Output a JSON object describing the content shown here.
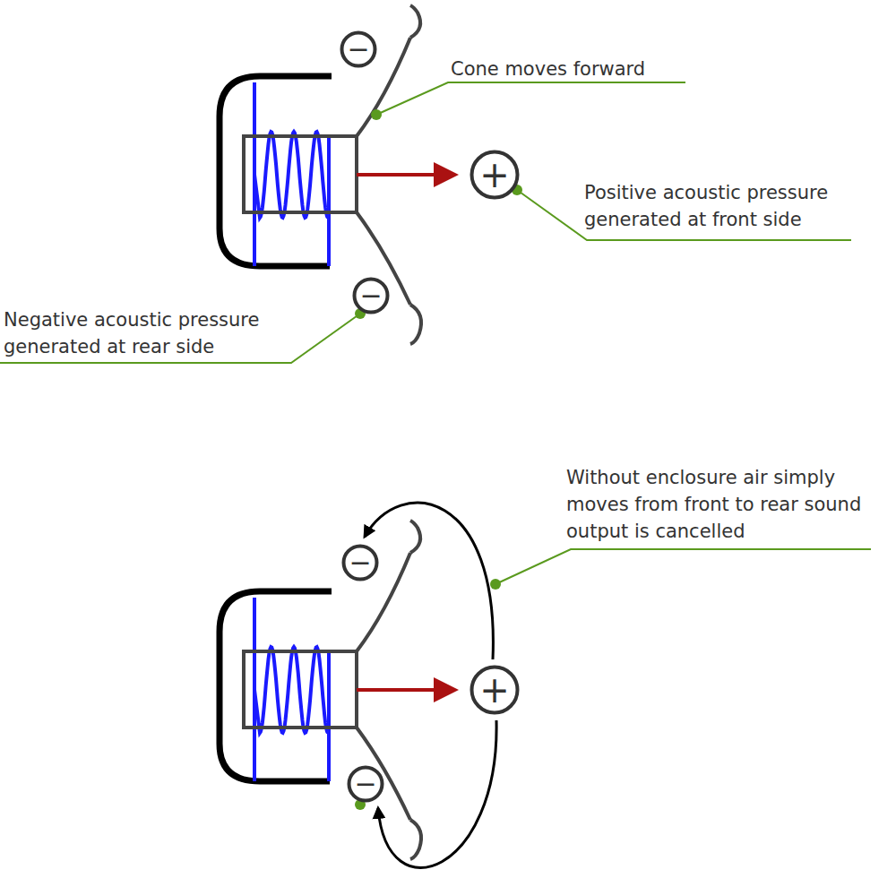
{
  "diagram": {
    "nodes": [
      {
        "text": [
          "−"
        ]
      },
      {
        "text": [
          "+"
        ]
      },
      {
        "text": [
          "−"
        ]
      },
      {
        "text": [
          "−"
        ]
      },
      {
        "text": [
          "+"
        ]
      },
      {
        "text": [
          "−"
        ]
      }
    ],
    "edges": [
      {
        "from": 4,
        "to": 3,
        "arrow": "to"
      },
      {
        "from": 4,
        "to": 5,
        "arrow": "to"
      }
    ],
    "labels": [
      "Cone moves forward",
      "Positive acoustic pressure generated at front side",
      "Negative acoustic pressure generated at rear side",
      "Without enclosure air simply moves from front to rear sound output is cancelled"
    ]
  }
}
